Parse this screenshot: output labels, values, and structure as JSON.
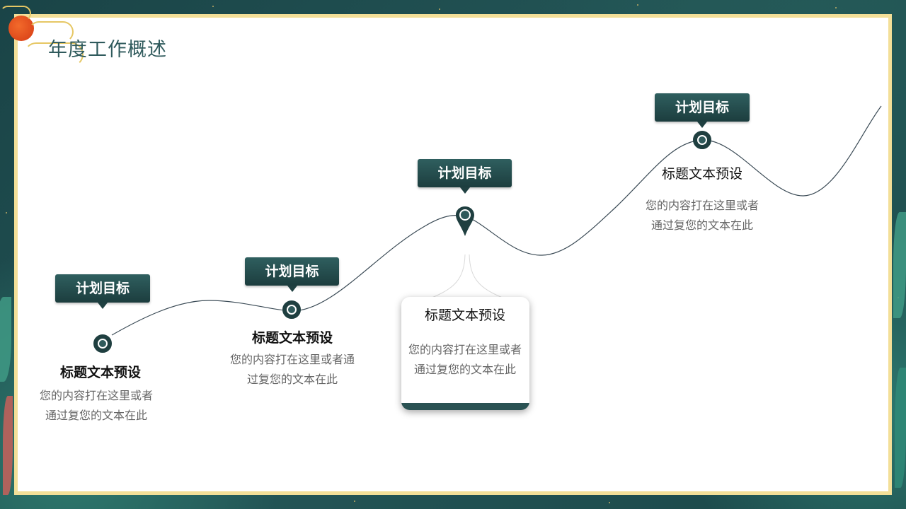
{
  "page": {
    "title": "年度工作概述"
  },
  "colors": {
    "frame": "#f3df98",
    "accent": "#1f3f40",
    "background": "#1f4d4c"
  },
  "milestones": [
    {
      "tag": "计划目标",
      "heading": "标题文本预设",
      "desc_line1": "您的内容打在这里或者",
      "desc_line2": "通过复您的文本在此"
    },
    {
      "tag": "计划目标",
      "heading": "标题文本预设",
      "desc_line1": "您的内容打在这里或者通",
      "desc_line2": "过复您的文本在此"
    },
    {
      "tag": "计划目标",
      "heading": "标题文本预设",
      "desc_line1": "您的内容打在这里或者",
      "desc_line2": "通过复您的文本在此"
    },
    {
      "tag": "计划目标",
      "heading": "标题文本预设",
      "desc_line1": "您的内容打在这里或者",
      "desc_line2": "通过复您的文本在此"
    }
  ]
}
